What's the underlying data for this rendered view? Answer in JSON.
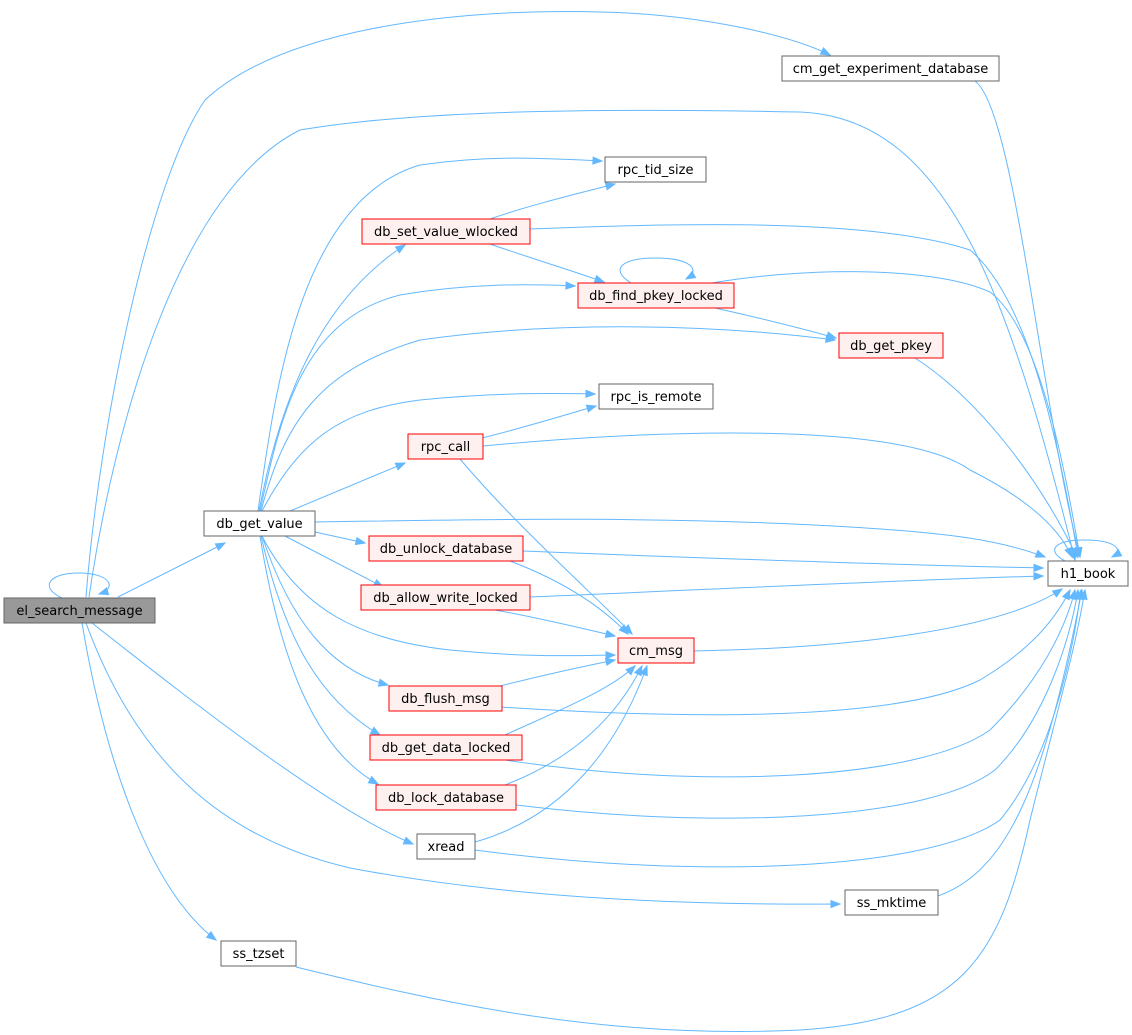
{
  "colors": {
    "edge": "#63b8ff",
    "node_border_normal": "#666666",
    "node_border_red": "#ff0000",
    "node_fill_normal": "#ffffff",
    "node_fill_red": "#fff0f0",
    "node_fill_root": "#999999",
    "node_border_root": "#666666"
  },
  "nodes": {
    "el_search_message": {
      "label": "el_search_message",
      "style": "root"
    },
    "db_get_value": {
      "label": "db_get_value",
      "style": "normal"
    },
    "ss_tzset": {
      "label": "ss_tzset",
      "style": "normal"
    },
    "xread": {
      "label": "xread",
      "style": "normal"
    },
    "ss_mktime": {
      "label": "ss_mktime",
      "style": "normal"
    },
    "cm_get_experiment_database": {
      "label": "cm_get_experiment_database",
      "style": "normal"
    },
    "rpc_tid_size": {
      "label": "rpc_tid_size",
      "style": "normal"
    },
    "db_set_value_wlocked": {
      "label": "db_set_value_wlocked",
      "style": "red"
    },
    "db_find_pkey_locked": {
      "label": "db_find_pkey_locked",
      "style": "red"
    },
    "db_get_pkey": {
      "label": "db_get_pkey",
      "style": "red"
    },
    "rpc_is_remote": {
      "label": "rpc_is_remote",
      "style": "normal"
    },
    "rpc_call": {
      "label": "rpc_call",
      "style": "red"
    },
    "db_unlock_database": {
      "label": "db_unlock_database",
      "style": "red"
    },
    "db_allow_write_locked": {
      "label": "db_allow_write_locked",
      "style": "red"
    },
    "cm_msg": {
      "label": "cm_msg",
      "style": "red"
    },
    "db_flush_msg": {
      "label": "db_flush_msg",
      "style": "red"
    },
    "db_get_data_locked": {
      "label": "db_get_data_locked",
      "style": "red"
    },
    "db_lock_database": {
      "label": "db_lock_database",
      "style": "red"
    },
    "h1_book": {
      "label": "h1_book",
      "style": "normal"
    }
  },
  "edges": [
    [
      "el_search_message",
      "el_search_message"
    ],
    [
      "el_search_message",
      "db_get_value"
    ],
    [
      "el_search_message",
      "cm_get_experiment_database"
    ],
    [
      "el_search_message",
      "h1_book"
    ],
    [
      "el_search_message",
      "xread"
    ],
    [
      "el_search_message",
      "ss_mktime"
    ],
    [
      "el_search_message",
      "ss_tzset"
    ],
    [
      "db_get_value",
      "rpc_tid_size"
    ],
    [
      "db_get_value",
      "db_set_value_wlocked"
    ],
    [
      "db_get_value",
      "db_find_pkey_locked"
    ],
    [
      "db_get_value",
      "db_get_pkey"
    ],
    [
      "db_get_value",
      "rpc_is_remote"
    ],
    [
      "db_get_value",
      "rpc_call"
    ],
    [
      "db_get_value",
      "h1_book"
    ],
    [
      "db_get_value",
      "db_unlock_database"
    ],
    [
      "db_get_value",
      "db_allow_write_locked"
    ],
    [
      "db_get_value",
      "cm_msg"
    ],
    [
      "db_get_value",
      "db_flush_msg"
    ],
    [
      "db_get_value",
      "db_get_data_locked"
    ],
    [
      "db_get_value",
      "db_lock_database"
    ],
    [
      "cm_get_experiment_database",
      "h1_book"
    ],
    [
      "db_set_value_wlocked",
      "rpc_tid_size"
    ],
    [
      "db_set_value_wlocked",
      "db_find_pkey_locked"
    ],
    [
      "db_set_value_wlocked",
      "h1_book"
    ],
    [
      "db_find_pkey_locked",
      "db_find_pkey_locked"
    ],
    [
      "db_find_pkey_locked",
      "db_get_pkey"
    ],
    [
      "db_find_pkey_locked",
      "h1_book"
    ],
    [
      "db_get_pkey",
      "h1_book"
    ],
    [
      "rpc_call",
      "rpc_is_remote"
    ],
    [
      "rpc_call",
      "h1_book"
    ],
    [
      "rpc_call",
      "cm_msg"
    ],
    [
      "db_unlock_database",
      "h1_book"
    ],
    [
      "db_unlock_database",
      "cm_msg"
    ],
    [
      "db_allow_write_locked",
      "h1_book"
    ],
    [
      "db_allow_write_locked",
      "cm_msg"
    ],
    [
      "cm_msg",
      "h1_book"
    ],
    [
      "db_flush_msg",
      "cm_msg"
    ],
    [
      "db_flush_msg",
      "h1_book"
    ],
    [
      "db_get_data_locked",
      "cm_msg"
    ],
    [
      "db_get_data_locked",
      "h1_book"
    ],
    [
      "db_lock_database",
      "cm_msg"
    ],
    [
      "db_lock_database",
      "h1_book"
    ],
    [
      "xread",
      "cm_msg"
    ],
    [
      "xread",
      "h1_book"
    ],
    [
      "ss_mktime",
      "h1_book"
    ],
    [
      "ss_tzset",
      "h1_book"
    ],
    [
      "h1_book",
      "h1_book"
    ]
  ]
}
